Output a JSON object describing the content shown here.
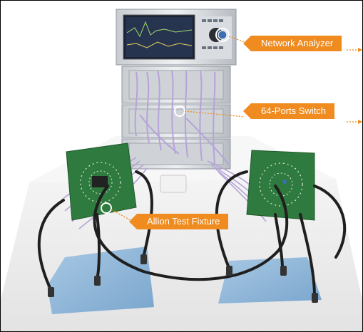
{
  "callouts": {
    "network_analyzer": "Network Analyzer",
    "ports_switch": "64-Ports Switch",
    "test_fixture": "Allion Test Fixture"
  },
  "colors": {
    "callout": "#ef8b1f",
    "pcb": "#2f7a3e",
    "cable": "#b6a3d8",
    "mat": "#8ab3d6",
    "cable_black": "#1f1f1f"
  }
}
